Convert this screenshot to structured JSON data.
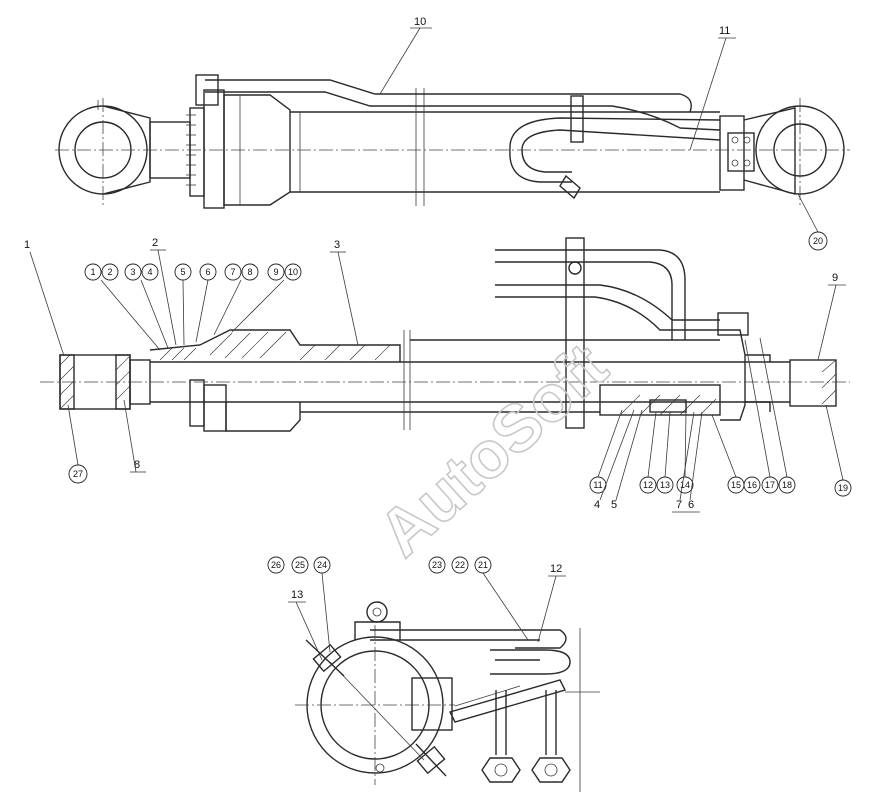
{
  "watermark": "AutoSoft",
  "callouts": {
    "top_view": [
      "10",
      "11",
      "20"
    ],
    "section_view_top": [
      "1",
      "2",
      "3",
      "9"
    ],
    "section_view_bubbles_left": [
      "1",
      "2",
      "3",
      "4",
      "5",
      "6",
      "7",
      "8",
      "9",
      "10"
    ],
    "section_view_bottom_left": [
      "27",
      "8"
    ],
    "section_view_bubbles_right": [
      "11",
      "12",
      "13",
      "14",
      "15",
      "16",
      "17",
      "18",
      "19"
    ],
    "section_view_bottom_plain": [
      "4",
      "5",
      "7",
      "6"
    ],
    "end_view_bubbles_left": [
      "26",
      "25",
      "24"
    ],
    "end_view_bubbles_right": [
      "23",
      "22",
      "21"
    ],
    "end_view_plain": [
      "13",
      "12"
    ]
  }
}
